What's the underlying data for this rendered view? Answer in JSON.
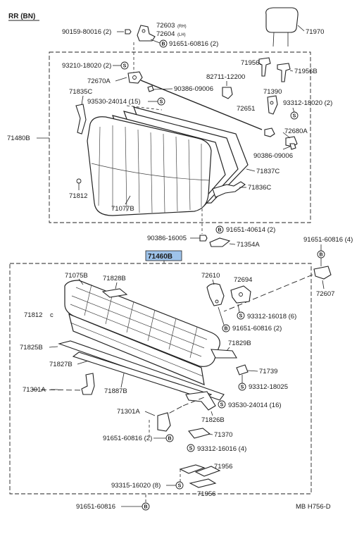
{
  "header": {
    "section_label": "RR (BN)"
  },
  "footer": {
    "code": "MB  H756-D"
  },
  "callouts": {
    "assembly_label": "71460B"
  },
  "labels": {
    "l90159": "90159-80016 (2)",
    "l72603": "72603",
    "l72603s": "(RH)",
    "l72604": "72604",
    "l72604s": "(LH)",
    "l91651a": "91651-60816 (2)",
    "l71970": "71970",
    "l93210": "93210-18020 (2)",
    "l71956b1": "71956B",
    "l71956b2": "71956B",
    "l72670a": "72670A",
    "l82711": "82711-12200",
    "l90386a": "90386-09006",
    "l71390": "71390",
    "l71835c": "71835C",
    "l93312a": "93312-18020 (2)",
    "l93530a": "93530-24014 (15)",
    "l72651": "72651",
    "l72680a": "72680A",
    "l71480b": "71480B",
    "l90386b": "90386-09006",
    "l71837c": "71837C",
    "l71836c": "71836C",
    "l71812a": "71812",
    "l71077b": "71077B",
    "l91651b": "91651-40614 (2)",
    "l90386c": "90386-16005",
    "l71354a": "71354A",
    "l91651c": "91651-60816 (4)",
    "l71075b": "71075B",
    "l71828b": "71828B",
    "l72610": "72610",
    "l72694": "72694",
    "l72607": "72607",
    "l71812b": "71812",
    "l93312b": "93312-16018 (6)",
    "l91651d": "91651-60816 (2)",
    "l71829b": "71829B",
    "l71825b": "71825B",
    "l71827b": "71827B",
    "l71739": "71739",
    "l93312c": "93312-18025",
    "l71301a1": "71301A",
    "l71887b": "71887B",
    "l93530b": "93530-24014 (16)",
    "l71301a2": "71301A",
    "l71826b": "71826B",
    "l91651e": "91651-60816 (2)",
    "l71370": "71370",
    "l93312d": "93312-16016 (4)",
    "l71956a": "71956",
    "l93315": "93315-16020 (8)",
    "l71956c": "71956",
    "l91651f": "91651-60816"
  },
  "symbols": {
    "bolt": "B",
    "screw": "S"
  },
  "colors": {
    "line": "#222222",
    "highlight": "#9ec3ea"
  }
}
